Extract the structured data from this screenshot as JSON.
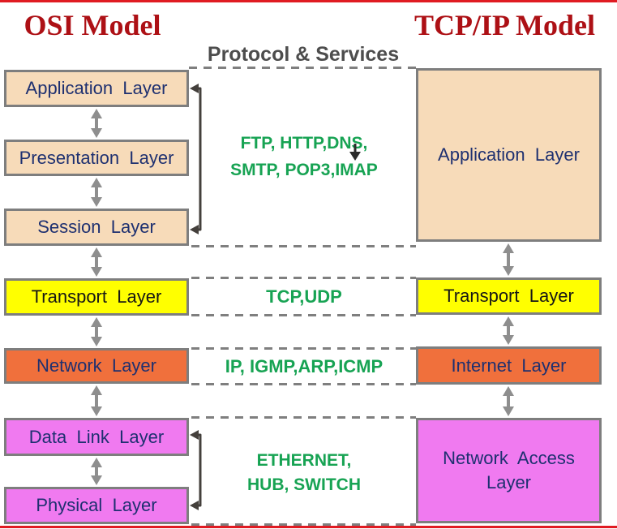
{
  "header": {
    "left_title": "OSI Model",
    "right_title": "TCP/IP Model",
    "center_title": "Protocol & Services"
  },
  "osi": {
    "layers": [
      {
        "label": "Application Layer",
        "fill": "peach"
      },
      {
        "label": "Presentation Layer",
        "fill": "peach"
      },
      {
        "label": "Session Layer",
        "fill": "peach"
      },
      {
        "label": "Transport Layer",
        "fill": "yellow"
      },
      {
        "label": "Network Layer",
        "fill": "orange"
      },
      {
        "label": "Data Link Layer",
        "fill": "pink"
      },
      {
        "label": "Physical Layer",
        "fill": "pink"
      }
    ]
  },
  "tcpip": {
    "layers": [
      {
        "label": "Application Layer",
        "fill": "peach"
      },
      {
        "label": "Transport Layer",
        "fill": "yellow"
      },
      {
        "label": "Internet Layer",
        "fill": "orange"
      },
      {
        "label": "Network Access Layer",
        "fill": "pink"
      }
    ]
  },
  "protocols": {
    "app_line1": "FTP, HTTP,DNS,",
    "app_line2": "SMTP, POP3,IMAP",
    "transport": "TCP,UDP",
    "network": "IP, IGMP,ARP,ICMP",
    "link_line1": "ETHERNET,",
    "link_line2": "HUB, SWITCH"
  },
  "icons": {
    "double_arrow_icon": "↕",
    "link_arrow_icon": "←",
    "down_arrow_icon": "↓"
  },
  "colors": {
    "title_red": "#ad1015",
    "heading_gray": "#4d4d4d",
    "peach": "#f7dbb9",
    "yellow": "#ffff00",
    "orange": "#f0703c",
    "pink": "#f07af0",
    "green": "#17a353",
    "navy": "#1e3070",
    "border_gray": "#7e7e7e",
    "arrow_gray": "#8e8e8e",
    "bracket_dark": "#44403c",
    "edge_red": "#e01b22"
  }
}
